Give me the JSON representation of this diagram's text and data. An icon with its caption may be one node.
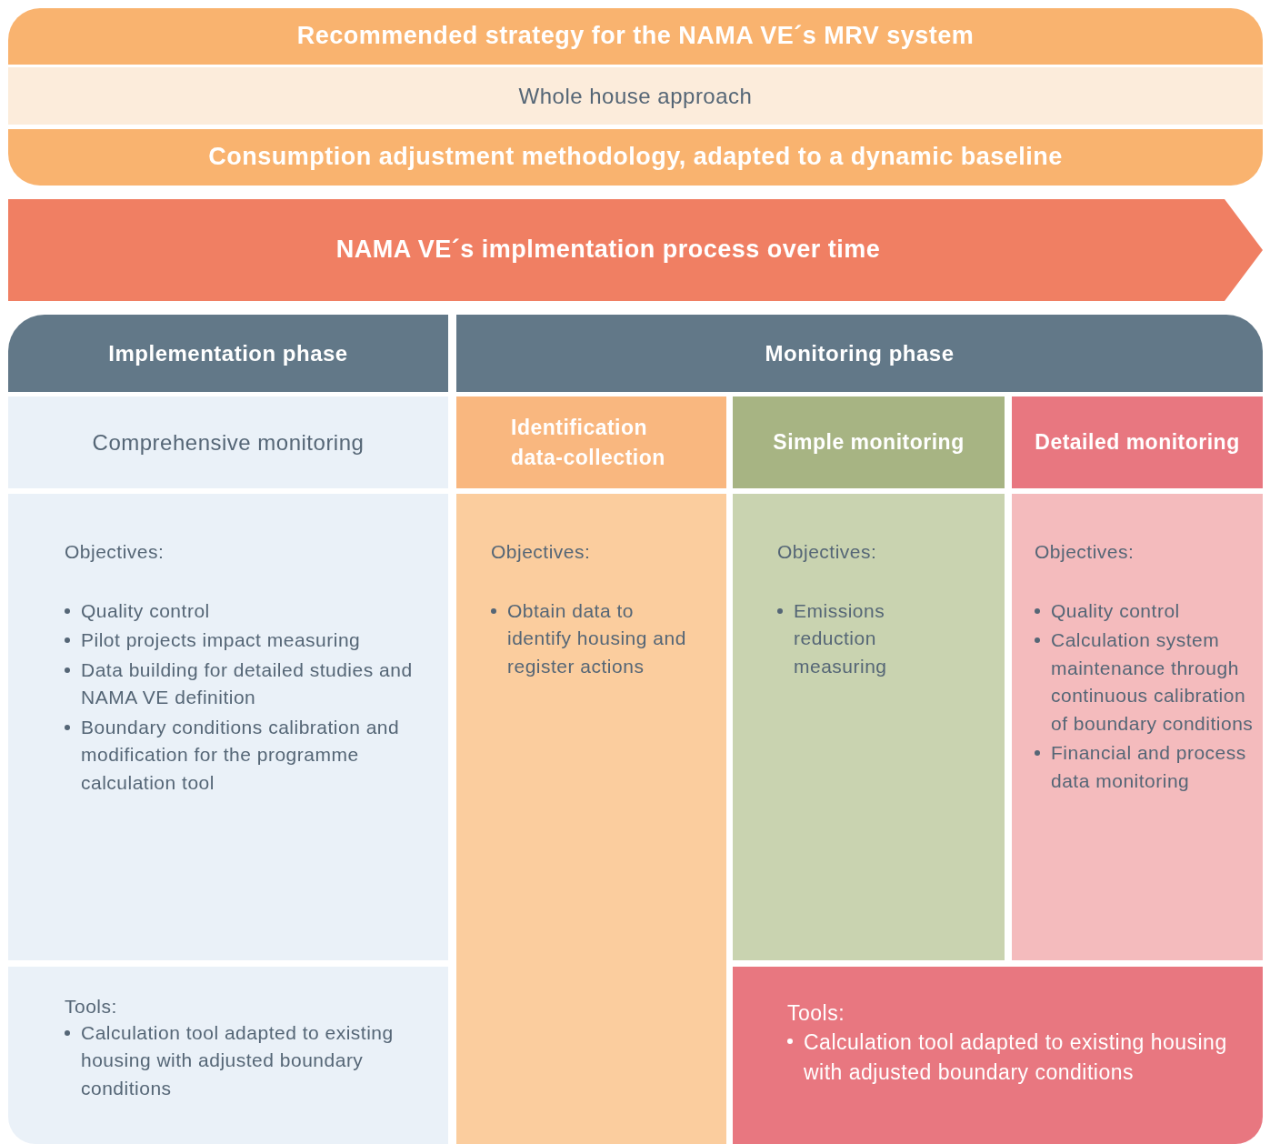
{
  "diagram": {
    "nodes": [
      {
        "text": [
          "Recommended strategy for the NAMA VE´s MRV system"
        ]
      },
      {
        "text": [
          "Whole house approach"
        ]
      },
      {
        "text": [
          "Consumption adjustment methodology, adapted to a dynamic baseline"
        ]
      },
      {
        "text": [
          "NAMA VE´s implmentation process over time"
        ]
      },
      {
        "text": [
          "Implementation phase"
        ]
      },
      {
        "text": [
          "Monitoring phase"
        ]
      },
      {
        "text": [
          "Comprehensive monitoring"
        ]
      },
      {
        "text": [
          "Identification data-collection"
        ]
      },
      {
        "text": [
          "Simple monitoring"
        ]
      },
      {
        "text": [
          "Detailed monitoring"
        ]
      },
      {
        "text": [
          "Objectives:",
          "Quality control",
          "Pilot projects impact measuring",
          "Data building for detailed studies and NAMA VE definition",
          "Boundary conditions calibration and modification for the programme calculation tool"
        ]
      },
      {
        "text": [
          "Objectives:",
          "Obtain data to identify housing and register actions"
        ]
      },
      {
        "text": [
          "Objectives:",
          "Emissions reduction measuring"
        ]
      },
      {
        "text": [
          "Objectives:",
          "Quality control",
          "Calculation system maintenance through continuous calibration of boundary conditions",
          "Financial and process data monitoring"
        ]
      },
      {
        "text": [
          "Tools:",
          "Calculation tool adapted to existing housing with adjusted boundary conditions"
        ]
      },
      {
        "text": [
          "Tools:",
          "Calculation tool adapted to existing housing with adjusted boundary conditions"
        ]
      }
    ]
  }
}
